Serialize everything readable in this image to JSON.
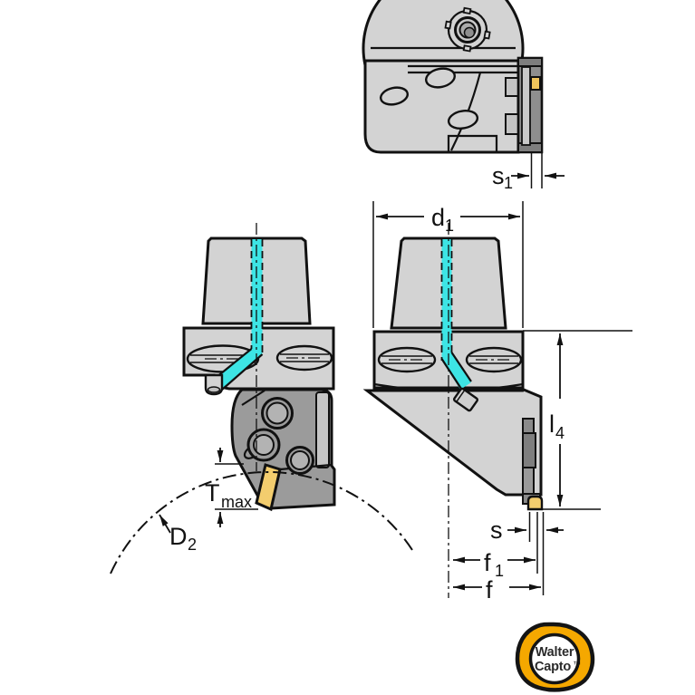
{
  "drawing": {
    "kind": "technical-drawing",
    "subject": "Walter Capto grooving tool holder, three views with dimensioning"
  },
  "dimension_labels": {
    "s1": {
      "base": "s",
      "sub": "1"
    },
    "d1": {
      "base": "d",
      "sub": "1"
    },
    "l4": {
      "base": "l",
      "sub": "4"
    },
    "t_max": {
      "base": "T",
      "sub": "max"
    },
    "d2": {
      "base": "D",
      "sub": "2"
    },
    "s": {
      "base": "s",
      "sub": ""
    },
    "f1": {
      "base": "f",
      "sub": "1"
    },
    "f": {
      "base": "f",
      "sub": ""
    }
  },
  "logo": {
    "line1": "Walter",
    "line2": "Capto",
    "trademark": "™"
  },
  "colors": {
    "coolant": "#3DE5E5",
    "insert": "#F3CD6E",
    "insert_small": "#EFC45C",
    "logo_orange": "#F5A800",
    "body_light": "#D3D3D3",
    "body_dark": "#9B9B9B",
    "outline": "#111111"
  }
}
